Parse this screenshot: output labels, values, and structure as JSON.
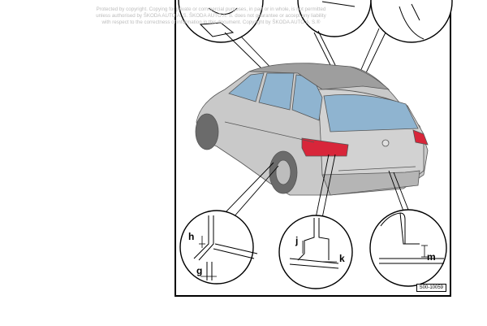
{
  "watermark": {
    "lines": [
      "Protected by copyright. Copying for private or commercial purposes, in part or in whole, is not permitted",
      "unless authorised by ŠKODA AUTO A. S. ŠKODA AUTO A. S. does not guarantee or accept any liability",
      "with respect to the correctness of information in this document. Copyright by ŠKODA AUTO A. S.®"
    ]
  },
  "figure": {
    "code": "S00-10059",
    "labels": {
      "h": "h",
      "g": "g",
      "j": "j",
      "k": "k",
      "m": "m"
    }
  },
  "colors": {
    "body": "#c9c9c9",
    "body_dark": "#8e8e8e",
    "glass": "#8fb4d0",
    "tail_light": "#d8263a",
    "outline": "#000000"
  }
}
